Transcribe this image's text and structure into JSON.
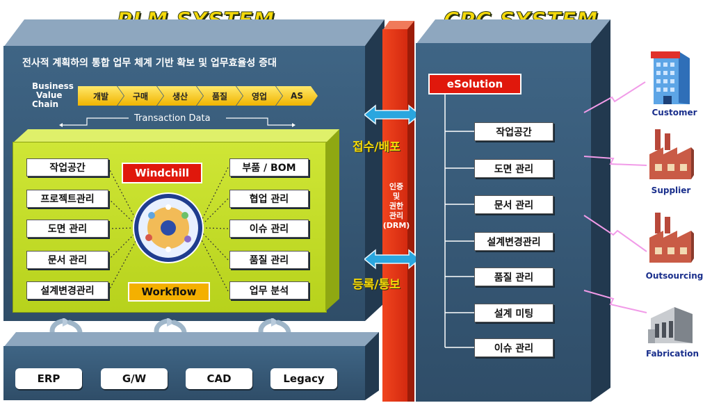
{
  "plm": {
    "title": "PLM SYSTEM",
    "headline": "전사적 계획하의 통합 업무 체계 기반 확보 및 업무효율성 증대",
    "value_chain_label": [
      "Business",
      "Value",
      "Chain"
    ],
    "value_chain": [
      "개발",
      "구매",
      "생산",
      "품질",
      "영업",
      "AS"
    ],
    "transaction_label": "Transaction Data",
    "center_label": "Windchill",
    "workflow_label": "Workflow",
    "left_modules": [
      "작업공간",
      "프로젝트관리",
      "도면 관리",
      "문서 관리",
      "설계변경관리"
    ],
    "right_modules": [
      "부품 / BOM",
      "협업 관리",
      "이슈 관리",
      "품질 관리",
      "업무 분석"
    ]
  },
  "integration": {
    "systems": [
      "ERP",
      "G/W",
      "CAD",
      "Legacy"
    ]
  },
  "middle": {
    "receive_label": "접수/배포",
    "register_label": "등록/통보",
    "drm_label": [
      "인증",
      "및",
      "권한",
      "관리",
      "(DRM)"
    ]
  },
  "cpc": {
    "title": "CPC SYSTEM",
    "esolution_label": "eSolution",
    "modules": [
      "작업공간",
      "도면 관리",
      "문서 관리",
      "설계변경관리",
      "품질 관리",
      "설계 미팅",
      "이슈 관리"
    ]
  },
  "external": {
    "parties": [
      {
        "label": "Customer",
        "icon": "building-icon"
      },
      {
        "label": "Supplier",
        "icon": "factory-icon"
      },
      {
        "label": "Outsourcing",
        "icon": "factory-icon"
      },
      {
        "label": "Fabrication",
        "icon": "plant-icon"
      }
    ]
  },
  "colors": {
    "panel": "#34566f",
    "accent_yellow": "#f5d90a",
    "lime": "#c7e32c",
    "red_label": "#e0180c",
    "orange_label": "#f4b000",
    "arrow_blue": "#2aa6df",
    "drm_bar": "#e8361a"
  }
}
